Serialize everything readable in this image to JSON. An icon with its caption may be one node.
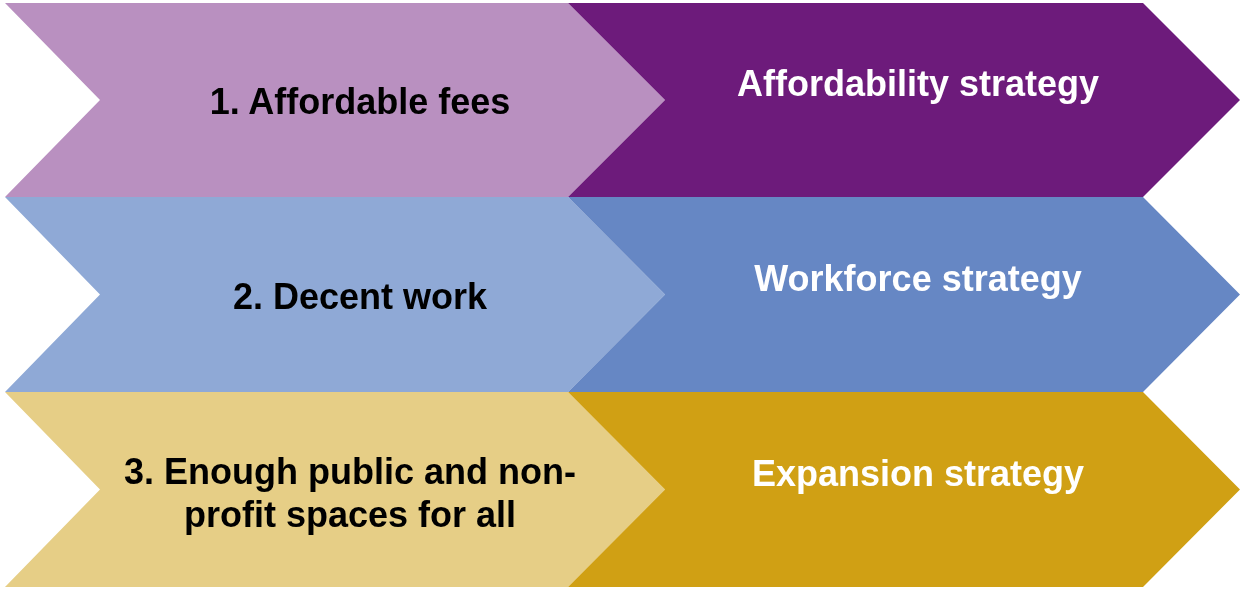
{
  "diagram": {
    "nodes": [
      {
        "text": [
          "1. Affordable fees"
        ]
      },
      {
        "text": [
          "Affordability strategy"
        ]
      },
      {
        "text": [
          "2. Decent work"
        ]
      },
      {
        "text": [
          "Workforce strategy"
        ]
      },
      {
        "text": [
          "3. Enough public and non-profit spaces for all"
        ]
      },
      {
        "text": [
          "Expansion strategy"
        ]
      }
    ]
  }
}
